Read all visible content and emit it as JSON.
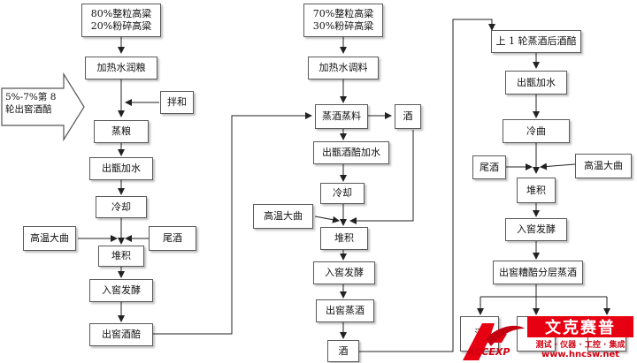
{
  "col1": {
    "input_line1": "80%整粒高粱",
    "input_line2": "20%粉碎高粱",
    "step_moisten": "加热水润粮",
    "step_mix": "拌和",
    "big_arrow": "5%-7%第 8 轮出窖酒醅",
    "step_steam": "蒸粮",
    "step_water": "出甑加水",
    "step_cool": "冷却",
    "step_daqu": "高温大曲",
    "step_tailwine": "尾酒",
    "step_pile": "堆积",
    "step_ferment": "入窖发酵",
    "step_out": "出窖酒醅"
  },
  "col2": {
    "input_line1": "70%整粒高粱",
    "input_line2": "30%粉碎高粱",
    "step_moisten": "加热水调料",
    "step_steam": "蒸酒蒸料",
    "step_wine": "酒",
    "step_water": "出甑酒醅加水",
    "step_cool": "冷却",
    "step_daqu": "高温大曲",
    "step_pile": "堆积",
    "step_ferment": "入窖发酵",
    "step_distill": "出窖蒸酒",
    "step_wine_out": "酒"
  },
  "col3": {
    "step_top": "上 1 轮蒸酒后酒醅",
    "step_water": "出甑加水",
    "step_cool": "冷曲",
    "step_tailwine": "尾酒",
    "step_daqu": "高温大曲",
    "step_pile": "堆积",
    "step_ferment": "入窖发酵",
    "step_distill": "出窖糟醅分层蒸酒",
    "step_bottom_partial": "酒"
  },
  "watermark": {
    "title": "文克赛普",
    "subtitle": "测试 · 仪器 · 工控 · 集成",
    "url": "www.hncsw.net",
    "brand": "ACCEXP"
  }
}
